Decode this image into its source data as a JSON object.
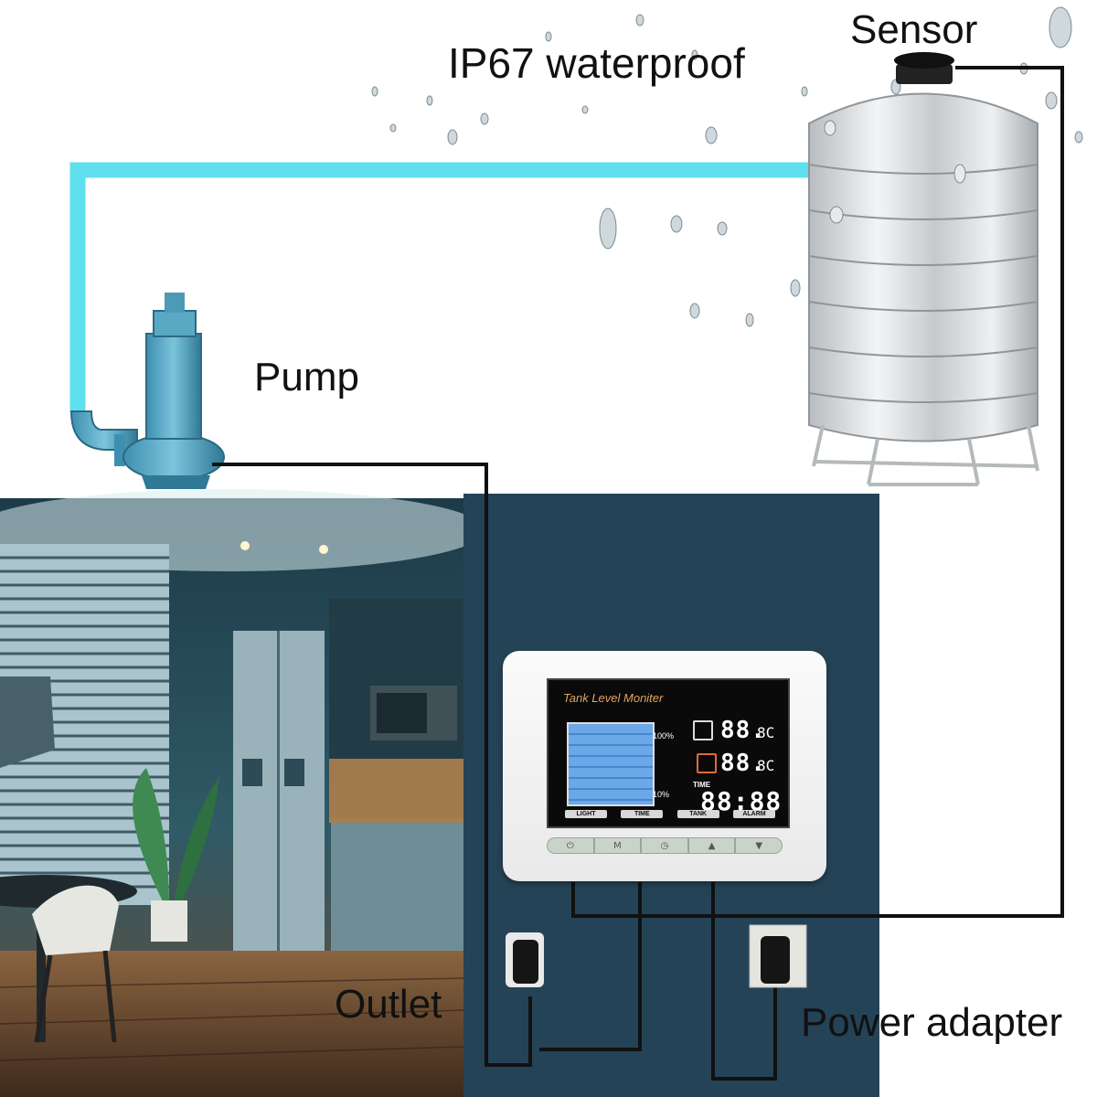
{
  "labels": {
    "ip67": "IP67 waterproof",
    "sensor": "Sensor",
    "pump": "Pump",
    "outlet": "Outlet",
    "power_adapter": "Power adapter"
  },
  "device": {
    "screen_title": "Tank Level Moniter",
    "level_top": "100%",
    "level_bottom": "10%",
    "readout_1": "88.",
    "readout_1_unit": "8C",
    "readout_2": "88.",
    "readout_2_unit": "8C",
    "time_label": "TIME",
    "clock": "88:88",
    "tabs": [
      "LIGHT",
      "TIME",
      "TANK",
      "ALARM"
    ],
    "buttons": [
      {
        "glyph": "⏻",
        "icon": "power-icon"
      },
      {
        "glyph": "M",
        "icon": "mode-icon"
      },
      {
        "glyph": "◷",
        "icon": "clock-icon"
      },
      {
        "glyph": "▲",
        "icon": "up-arrow-icon"
      },
      {
        "glyph": "▼",
        "icon": "down-arrow-icon"
      }
    ]
  },
  "colors": {
    "pipe": "#5ee0ee",
    "wall": "#254356",
    "wire": "#111111"
  }
}
